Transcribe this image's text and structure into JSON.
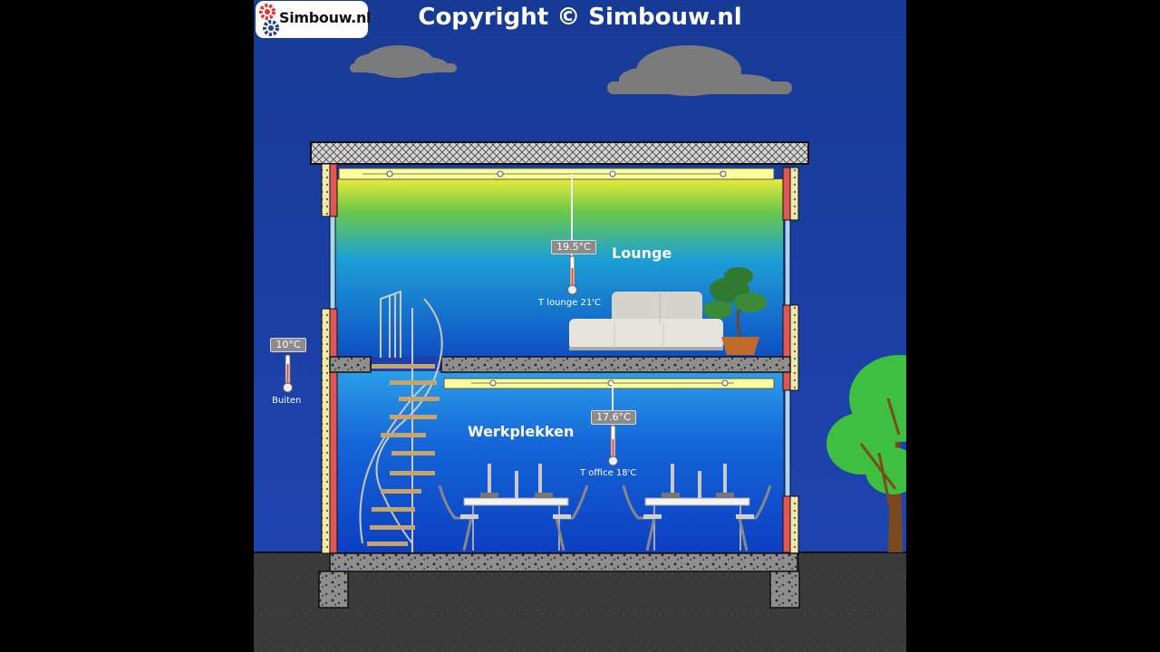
{
  "logo": {
    "text": "Simbouw.nl"
  },
  "watermark": {
    "text": "Copyright © Simbouw.nl"
  },
  "rooms": {
    "lounge": {
      "name": "Lounge",
      "thermostat_reading": "19.5°C",
      "setpoint_label": "T lounge 21'C"
    },
    "office": {
      "name": "Werkplekken",
      "thermostat_reading": "17.6°C",
      "setpoint_label": "T office 18'C"
    }
  },
  "outside": {
    "reading": "10°C",
    "label": "Buiten"
  },
  "colors": {
    "sky": "#1e3fa8",
    "ground": "#3c3c3c",
    "heating_panel": "#ffff99",
    "insulation": "#e05555",
    "tree": "#3fbf3f"
  }
}
